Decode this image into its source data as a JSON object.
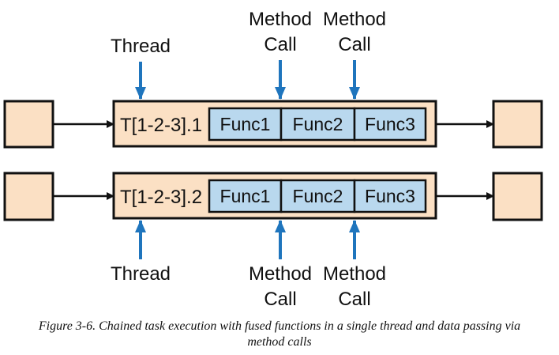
{
  "annotations": {
    "thread": "Thread",
    "method_call_line1": "Method",
    "method_call_line2": "Call"
  },
  "rows": [
    {
      "task_label": "T[1-2-3].1",
      "functions": [
        "Func1",
        "Func2",
        "Func3"
      ]
    },
    {
      "task_label": "T[1-2-3].2",
      "functions": [
        "Func1",
        "Func2",
        "Func3"
      ]
    }
  ],
  "caption": {
    "line1": "Figure 3-6. Chained task execution with fused functions in a single thread and data passing via",
    "line2": "method calls"
  },
  "colors": {
    "task_fill": "#fbe0c4",
    "func_fill": "#b9d8ee",
    "data_box_fill": "#fbe0c4",
    "arrow_blue": "#1f75bd",
    "stroke": "#111111"
  }
}
